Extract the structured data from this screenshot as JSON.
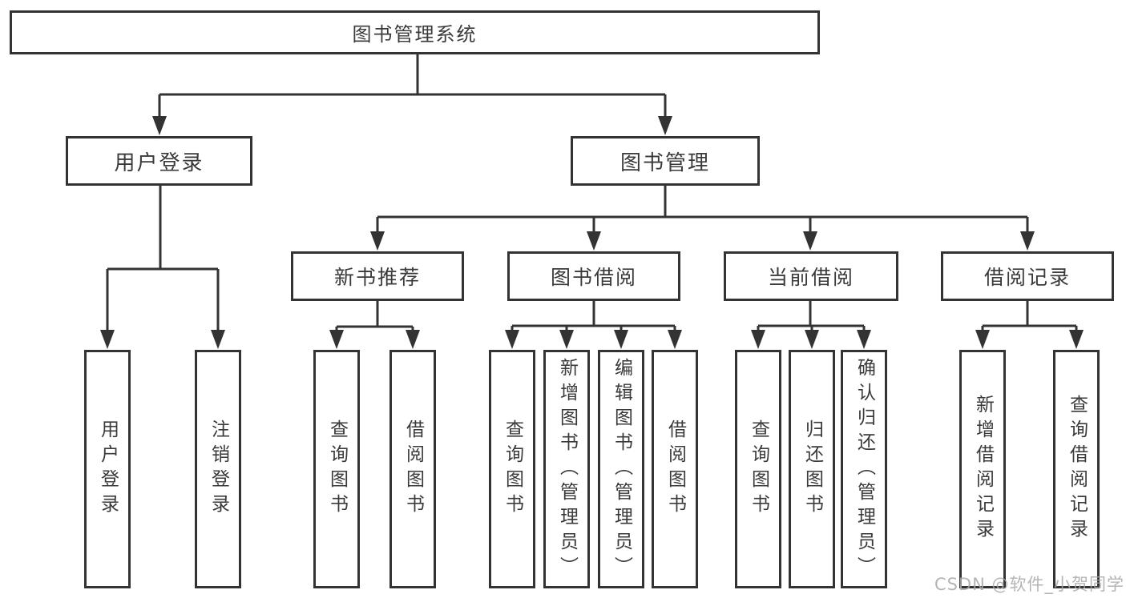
{
  "diagram": {
    "nodes": {
      "root": {
        "label": "图书管理系统"
      },
      "user_login": {
        "label": "用户登录"
      },
      "book_manage": {
        "label": "图书管理"
      },
      "new_book": {
        "label": "新书推荐"
      },
      "book_borrow": {
        "label": "图书借阅"
      },
      "current_borrow": {
        "label": "当前借阅"
      },
      "borrow_record": {
        "label": "借阅记录"
      },
      "login_leaf": {
        "label": "用户登录"
      },
      "logout_leaf": {
        "label": "注销登录"
      },
      "nb_query": {
        "label": "查询图书"
      },
      "nb_borrow": {
        "label": "借阅图书"
      },
      "bb_query": {
        "label": "查询图书"
      },
      "bb_add": {
        "label": "新增图书（管理员）"
      },
      "bb_edit": {
        "label": "编辑图书（管理员）"
      },
      "bb_borrow": {
        "label": "借阅图书"
      },
      "cb_query": {
        "label": "查询图书"
      },
      "cb_return": {
        "label": "归还图书"
      },
      "cb_confirm": {
        "label": "确认归还（管理员）"
      },
      "br_add": {
        "label": "新增借阅记录"
      },
      "br_query": {
        "label": "查询借阅记录"
      }
    },
    "colors": {
      "line": "#333333",
      "text": "#3a3a3a",
      "background": "#ffffff",
      "watermark": "#a8a8a8"
    }
  },
  "watermark": {
    "text": "CSDN @软件_小贺同学"
  }
}
